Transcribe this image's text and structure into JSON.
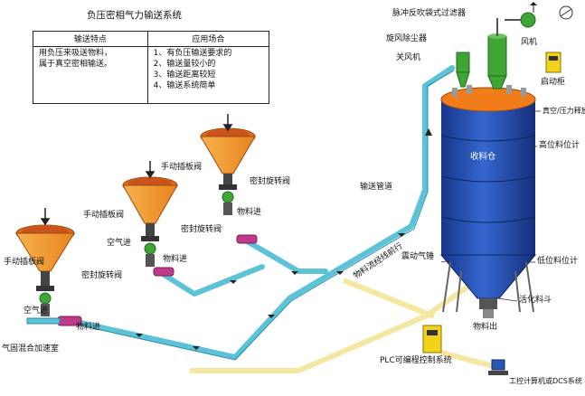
{
  "title": "负压密相气力输送系统",
  "table": {
    "headers": [
      "输送特点",
      "应用场合"
    ],
    "feature_lines": [
      "用负压来吸送物料，",
      "属于真空密相输送。"
    ],
    "application_lines": [
      "1、有负压输送要求的",
      "2、输送量较小的",
      "3、输送距离较短",
      "4、输送系统简单"
    ]
  },
  "labels": {
    "pulse_filter": "脉冲反吹袋式过滤器",
    "cyclone": "旋风除尘器",
    "fan": "风机",
    "airlock_valve": "关风机",
    "starter_cabinet": "启动柜",
    "vacuum_release_valve": "真空/压力释放阀",
    "high_level": "高位料位计",
    "receiving_bin": "收料仓",
    "conveying_pipe": "输送管道",
    "vibrator": "震动气锤",
    "low_level": "低位料位计",
    "activating_hopper": "活化料斗",
    "material_out": "物料出",
    "material_flow_dir": "物料流经线前行",
    "plc": "PLC可编程控制系统",
    "ipc": "工控计算机或DCS系统",
    "manual_gate_1": "手动插板阀",
    "manual_gate_2": "手动插板阀",
    "manual_gate_3": "手动插板阀",
    "rotary_valve_1": "密封旋转阀",
    "rotary_valve_2": "密封旋转阀",
    "rotary_valve_3": "密封旋转阀",
    "material_in_1": "物料进",
    "material_in_2": "物料进",
    "material_in_3": "物料进",
    "air_in_1": "空气进",
    "air_in_2": "空气进",
    "mixing_chamber": "气固混合加速室"
  },
  "colors": {
    "hopper_orange": "#f39a33",
    "tank_blue": "#1f4fb0",
    "tank_top": "#f07d1a",
    "pipe_cyan": "#5bc2d8",
    "signal_yellow": "#f5e6a0",
    "equipment_green": "#3fa535",
    "cabinet_yellow": "#f2d21b"
  }
}
